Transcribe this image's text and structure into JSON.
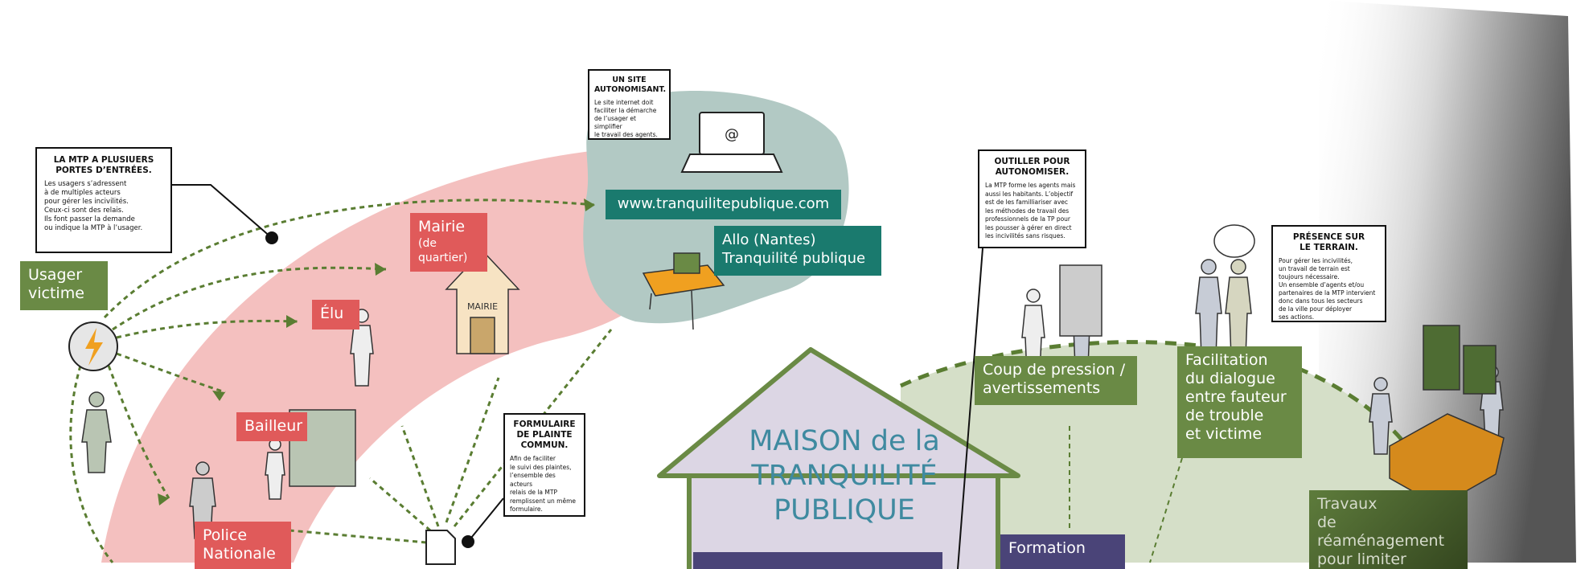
{
  "title": "Maison de la Tranquilité Publique",
  "colors": {
    "red": "#e05a5a",
    "green": "#6a8a45",
    "teal": "#1a7a6e",
    "purple": "#4a4478",
    "pink": "#f4c0bf",
    "blob": "#b2c9c4",
    "dome": "#d5dfc8"
  },
  "left": {
    "usager": "Usager\nvictime",
    "mairie": "Mairie",
    "mairie_sub": "(de quartier)",
    "mairie_sign": "MAIRIE",
    "elu": "Élu",
    "bailleur": "Bailleur",
    "police": "Police\nNationale",
    "website": "www.tranquilitepublique.com",
    "allo": "Allo (Nantes)\nTranquilité publique",
    "laptop_symbol": "@"
  },
  "callouts": {
    "entries": {
      "title": "LA MTP A PLUSIUERS\nPORTES D’ENTRÉES.",
      "body": "Les usagers s’adressent\nà de multiples acteurs\npour gérer les incivilités.\nCeux-ci sont des relais.\nIls font passer la demande\nou indique la MTP à l’usager."
    },
    "site": {
      "title": "UN SITE\nAUTONOMISANT.",
      "body": "Le site internet doit\nfaciliter la démarche\nde l’usager et simplifier\nle travail des agents."
    },
    "form": {
      "title": "FORMULAIRE\nDE PLAINTE\nCOMMUN.",
      "body": "Afin de faciliter\nle suivi des plaintes,\nl’ensemble des acteurs\nrelais de la MTP\nremplissent un même\nformulaire."
    },
    "tools": {
      "title": "OUTILLER POUR\nAUTONOMISER.",
      "body": "La MTP forme les agents mais\naussi les habitants. L’objectif\nest de les familliariser avec\nles méthodes de travail des\nprofessionnels de la TP pour\nles pousser à gérer en direct\nles incivilités sans risques."
    },
    "field": {
      "title": "PRÉSENCE SUR\nLE TERRAIN.",
      "body": "Pour gérer les incivilités,\nun travail de terrain est\ntoujours nécessaire.\nUn ensemble d’agents et/ou\npartenaires de la MTP intervient\ndonc dans tous les secteurs\nde la ville pour déployer\nses actions."
    }
  },
  "house": {
    "title": "MAISON de la\nTRANQUILITÉ\nPUBLIQUE",
    "formation": "Formation"
  },
  "right": {
    "pression": "Coup de pression /\navertissements",
    "facilitation": "Facilitation\ndu dialogue\nentre fauteur\nde trouble\net victime",
    "travaux": "Travaux\nde réaménagement\npour limiter"
  }
}
